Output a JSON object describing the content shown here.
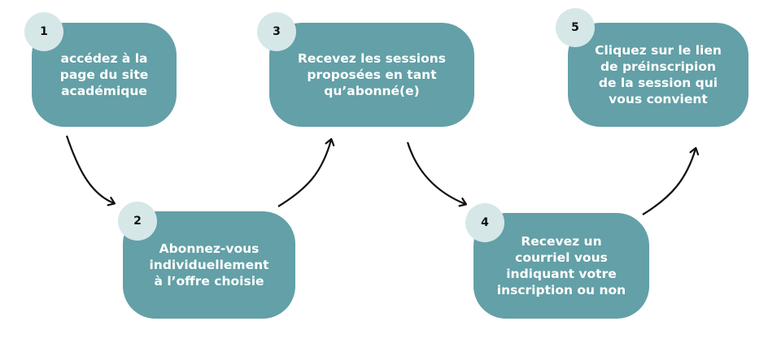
{
  "steps": [
    {
      "number": "1",
      "text": "accédez à la\npage du site\nacadémique"
    },
    {
      "number": "2",
      "text": "Abonnez-vous\nindividuellement\nà l’offre choisie"
    },
    {
      "number": "3",
      "text": "Recevez les sessions\nproposées en tant\nqu’abonné(e)"
    },
    {
      "number": "4",
      "text": "Recevez un\ncourriel vous\nindiquant votre\ninscription ou non"
    },
    {
      "number": "5",
      "text": "Cliquez sur le lien\nde préinscripion\nde la session qui\nvous convient"
    }
  ],
  "colors": {
    "box": "#63a0a7",
    "badge": "#d6e7e8",
    "arrow": "#111111"
  }
}
